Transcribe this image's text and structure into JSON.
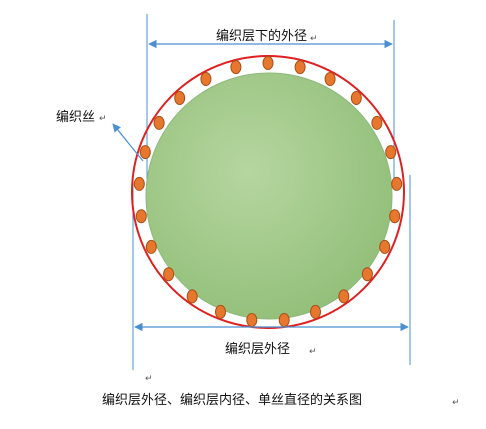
{
  "labels": {
    "braid_under_outer_diameter": "编织层下的外径",
    "braid_wire": "编织丝",
    "braid_outer_diameter": "编织层外径"
  },
  "caption": "编织层外径、编织层内径、单丝直径的关系图",
  "paragraph_mark": "↵",
  "colors": {
    "core_fill": "#a3c98c",
    "core_stroke": "#8db87a",
    "outer_ring": "#e02020",
    "wire_fill": "#e8772e",
    "wire_stroke": "#a8501a",
    "dimension_line": "#4a90d0"
  },
  "wire_count": 25
}
